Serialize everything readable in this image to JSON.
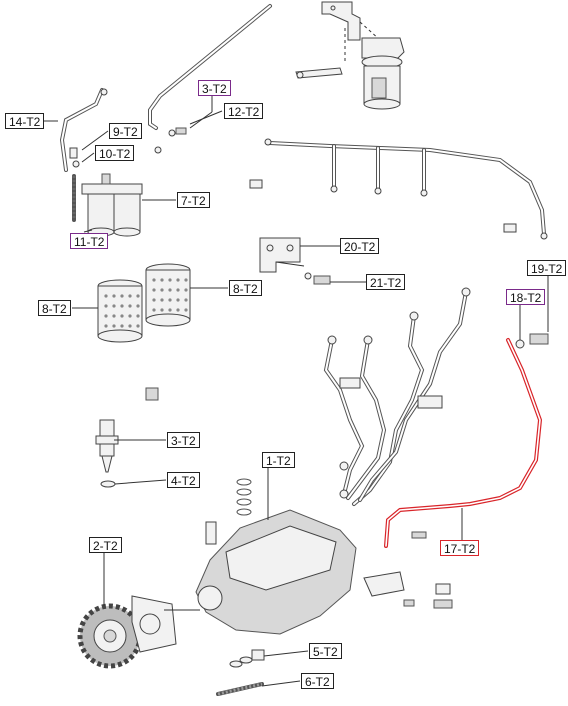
{
  "diagram": {
    "highlight_color": "#d9252a",
    "purple_color": "#7a2a8a",
    "callouts": [
      {
        "id": "c14",
        "text": "14-T2",
        "style": "normal"
      },
      {
        "id": "c3top",
        "text": "3-T2",
        "style": "purple"
      },
      {
        "id": "c12",
        "text": "12-T2",
        "style": "normal"
      },
      {
        "id": "c9",
        "text": "9-T2",
        "style": "normal"
      },
      {
        "id": "c10",
        "text": "10-T2",
        "style": "normal"
      },
      {
        "id": "c7",
        "text": "7-T2",
        "style": "normal"
      },
      {
        "id": "c11",
        "text": "11-T2",
        "style": "purple"
      },
      {
        "id": "c20",
        "text": "20-T2",
        "style": "normal"
      },
      {
        "id": "c21",
        "text": "21-T2",
        "style": "normal"
      },
      {
        "id": "c19",
        "text": "19-T2",
        "style": "normal"
      },
      {
        "id": "c18",
        "text": "18-T2",
        "style": "purple"
      },
      {
        "id": "c8left",
        "text": "8-T2",
        "style": "normal"
      },
      {
        "id": "c8right",
        "text": "8-T2",
        "style": "normal"
      },
      {
        "id": "c3mid",
        "text": "3-T2",
        "style": "normal"
      },
      {
        "id": "c4mid",
        "text": "4-T2",
        "style": "normal"
      },
      {
        "id": "c1",
        "text": "1-T2",
        "style": "normal"
      },
      {
        "id": "c2",
        "text": "2-T2",
        "style": "normal"
      },
      {
        "id": "c17",
        "text": "17-T2",
        "style": "red"
      },
      {
        "id": "c5",
        "text": "5-T2",
        "style": "normal"
      },
      {
        "id": "c6",
        "text": "6-T2",
        "style": "normal"
      }
    ]
  }
}
